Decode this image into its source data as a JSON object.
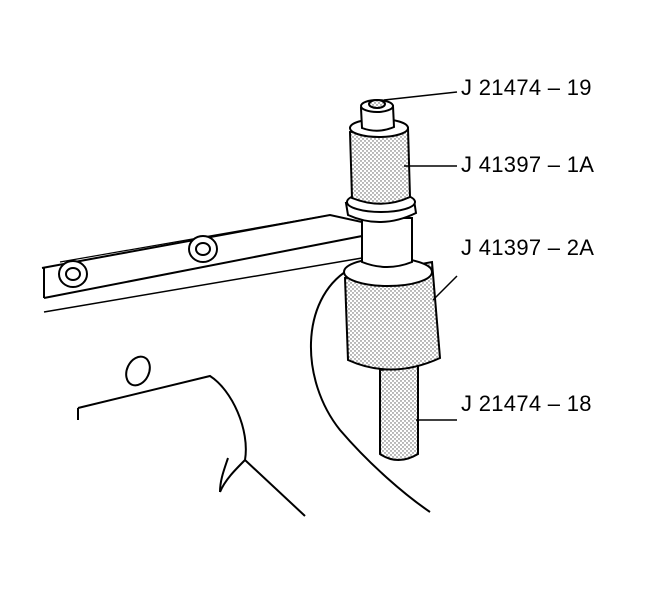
{
  "figure": {
    "background": "#ffffff",
    "line_color": "#000000",
    "shade_color": "#bdbdbd"
  },
  "callouts": [
    {
      "text": "J 21474 – 19",
      "part": "top screw"
    },
    {
      "text": "J 41397 – 1A",
      "part": "upper sleeve"
    },
    {
      "text": "J 41397 – 2A",
      "part": "lower collar"
    },
    {
      "text": "J 21474 – 18",
      "part": "pin"
    }
  ]
}
